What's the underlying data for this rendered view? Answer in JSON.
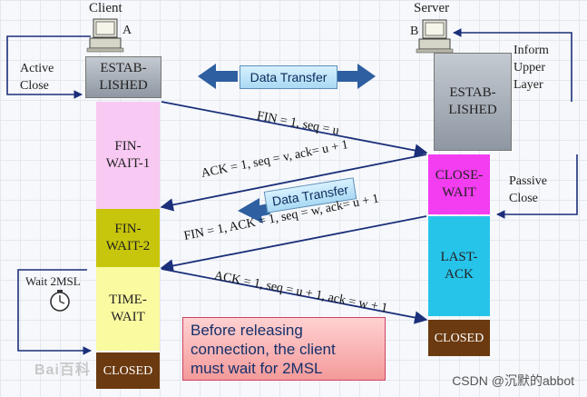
{
  "client": {
    "title": "Client",
    "id": "A"
  },
  "server": {
    "title": "Server",
    "id": "B"
  },
  "labels": {
    "active_close": "Active\nClose",
    "inform_upper_layer": "Inform\nUpper\nLayer",
    "passive_close": "Passive\nClose",
    "wait_2msl": "Wait 2MSL"
  },
  "client_states": [
    {
      "name": "ESTAB-\nLISHED",
      "color": "#9aa3ad"
    },
    {
      "name": "FIN-\nWAIT-1",
      "color": "#f8c9f3"
    },
    {
      "name": "FIN-\nWAIT-2",
      "color": "#c8c60c"
    },
    {
      "name": "TIME-\nWAIT",
      "color": "#fafaa0"
    },
    {
      "name": "CLOSED",
      "color": "#6b3a10"
    }
  ],
  "server_states": [
    {
      "name": "ESTAB-\nLISHED",
      "color": "#9aa3ad"
    },
    {
      "name": "CLOSE-\nWAIT",
      "color": "#f33df0"
    },
    {
      "name": "LAST-\nACK",
      "color": "#27c4ea"
    },
    {
      "name": "CLOSED",
      "color": "#6b3a10"
    }
  ],
  "messages": [
    "FIN = 1, seq = u",
    "ACK = 1, seq = v, ack= u + 1",
    "FIN = 1, ACK = 1, seq = w, ack= u + 1",
    "ACK = 1, seq = u + 1, ack = w + 1"
  ],
  "data_transfer_labels": [
    "Data Transfer",
    "Data Transfer"
  ],
  "note": "Before releasing\nconnection, the client\nmust wait for 2MSL",
  "watermark": "CSDN @沉默的abbot",
  "logo_watermark": "Bai百科",
  "colors": {
    "arrow": "#1b2f7a",
    "banner_arrow": "#2e5fa0"
  }
}
